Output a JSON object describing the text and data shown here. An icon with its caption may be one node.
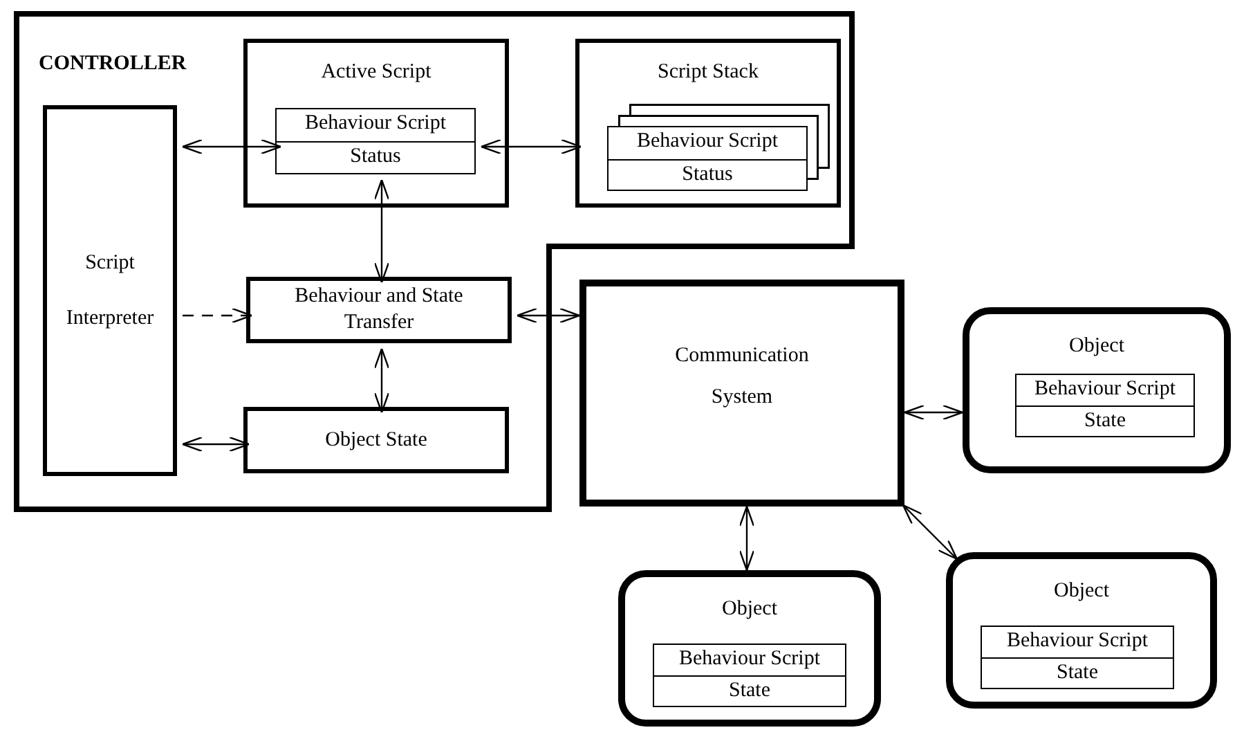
{
  "diagram": {
    "nodes": [
      {
        "text": [
          "CONTROLLER"
        ]
      },
      {
        "text": [
          "Active Script"
        ],
        "in": 0
      },
      {
        "text": [
          "Behaviour Script",
          "Status"
        ],
        "in": 1
      },
      {
        "text": [
          "Script Stack"
        ],
        "in": 0
      },
      {
        "text": [
          "Behaviour Script",
          "Status"
        ],
        "in": 3
      },
      {
        "text": [],
        "shape": "box",
        "in": 3
      },
      {
        "text": [],
        "shape": "box",
        "in": 3
      },
      {
        "text": [
          "Script Interpreter"
        ],
        "in": 0
      },
      {
        "text": [
          "Behaviour and State Transfer"
        ],
        "in": 0
      },
      {
        "text": [
          "Object State"
        ],
        "in": 0
      },
      {
        "text": [
          "Communication System"
        ]
      },
      {
        "text": [
          "Object"
        ]
      },
      {
        "text": [
          "Behaviour Script",
          "State"
        ],
        "in": 11
      },
      {
        "text": [
          "Object"
        ]
      },
      {
        "text": [
          "Behaviour Script",
          "State"
        ],
        "in": 13
      },
      {
        "text": [
          "Object"
        ]
      },
      {
        "text": [
          "Behaviour Script",
          "State"
        ],
        "in": 15
      }
    ],
    "edges": [
      {
        "from": 7,
        "to": 2,
        "arrow": "both"
      },
      {
        "from": 2,
        "to": 3,
        "arrow": "both"
      },
      {
        "from": 2,
        "to": 8,
        "arrow": "both"
      },
      {
        "from": 7,
        "to": 8,
        "arrow": "to",
        "style": "dashed"
      },
      {
        "from": 8,
        "to": 9,
        "arrow": "both"
      },
      {
        "from": 7,
        "to": 9,
        "arrow": "both"
      },
      {
        "from": 8,
        "to": 10,
        "arrow": "both"
      },
      {
        "from": 10,
        "to": 11,
        "arrow": "both"
      },
      {
        "from": 10,
        "to": 13,
        "arrow": "both"
      },
      {
        "from": 10,
        "to": 15,
        "arrow": "both"
      }
    ]
  }
}
